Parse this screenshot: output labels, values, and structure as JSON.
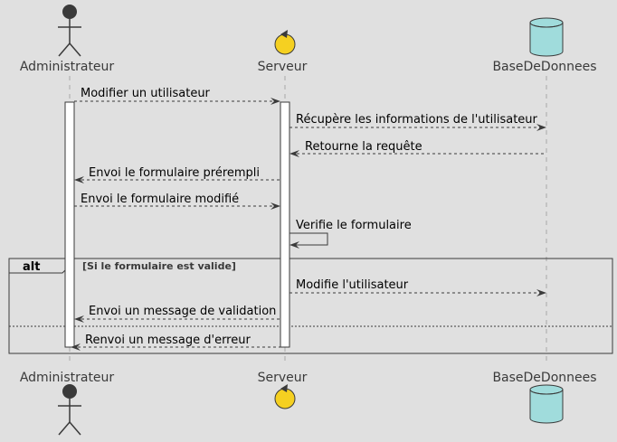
{
  "participants": [
    {
      "id": "admin",
      "label": "Administrateur",
      "kind": "actor"
    },
    {
      "id": "server",
      "label": "Serveur",
      "kind": "control"
    },
    {
      "id": "db",
      "label": "BaseDeDonnees",
      "kind": "database"
    }
  ],
  "messages": [
    {
      "from": "admin",
      "to": "server",
      "label": "Modifier un utilisateur",
      "style": "dashed"
    },
    {
      "from": "server",
      "to": "db",
      "label": "Récupère les informations de l'utilisateur",
      "style": "dashed"
    },
    {
      "from": "db",
      "to": "server",
      "label": "Retourne la requête",
      "style": "dashed"
    },
    {
      "from": "server",
      "to": "admin",
      "label": "Envoi le formulaire prérempli",
      "style": "dashed"
    },
    {
      "from": "admin",
      "to": "server",
      "label": "Envoi le formulaire modifié",
      "style": "dashed"
    },
    {
      "from": "server",
      "to": "server",
      "label": "Verifie le formulaire",
      "style": "solid"
    },
    {
      "from": "server",
      "to": "db",
      "label": "Modifie l'utilisateur",
      "style": "dashed"
    },
    {
      "from": "server",
      "to": "admin",
      "label": "Envoi un message de validation",
      "style": "dashed"
    },
    {
      "from": "server",
      "to": "admin",
      "label": "Renvoi un message d'erreur",
      "style": "dashed"
    }
  ],
  "fragment": {
    "keyword": "alt",
    "condition": "[Si le formulaire est valide]"
  },
  "colors": {
    "background": "#e0e0e0",
    "actor": "#3a3a3a",
    "control": "#f5d021",
    "database": "#a0dcdc",
    "line": "#3a3a3a"
  }
}
